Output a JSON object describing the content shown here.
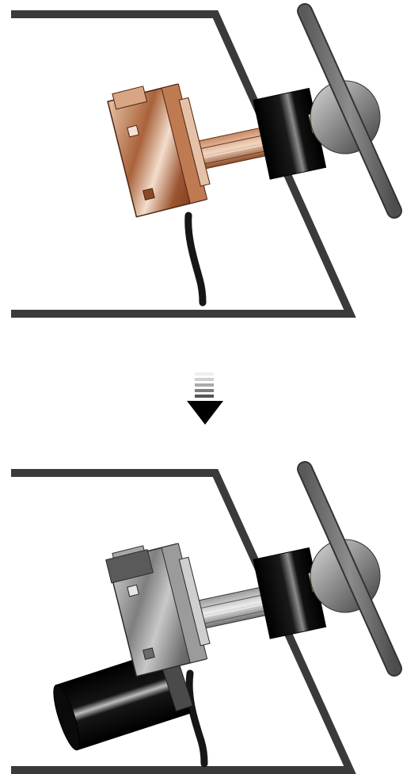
{
  "diagram": {
    "panels": [
      {
        "id": "before",
        "assembly": "steering-column-with-bracket"
      },
      {
        "id": "after",
        "assembly": "steering-column-with-bracket-and-motor"
      }
    ],
    "transition_arrow": "down-arrow",
    "colors": {
      "frame": "#3a3a3a",
      "bracket_copper": "#b0714b",
      "bracket_gray": "#8e8e8e",
      "motor_black": "#111111",
      "wheel_gray": "#6b6b6b",
      "brass_collar": "#c9a63a",
      "cable": "#161616"
    },
    "icons": [
      "steering-wheel-icon",
      "column-housing-icon",
      "cable-icon",
      "motor-icon"
    ]
  }
}
